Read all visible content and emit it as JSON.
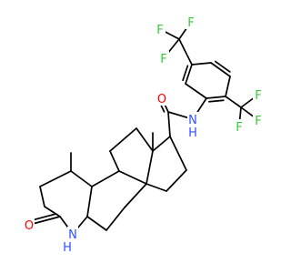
{
  "molecule": {
    "labels": {
      "F": "F",
      "O": "O",
      "N": "N",
      "H": "H"
    },
    "colors": {
      "bond": "#000000",
      "carbon": "#000000",
      "fluorine": "#33cc33",
      "oxygen": "#ff0000",
      "nitrogen": "#3050f8"
    }
  }
}
